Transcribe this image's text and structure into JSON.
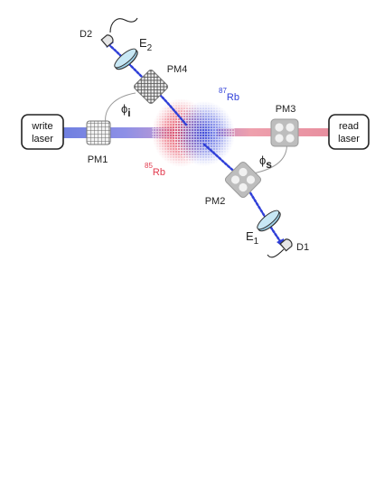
{
  "figure": {
    "write_laser": [
      "write",
      "laser"
    ],
    "read_laser": [
      "read",
      "laser"
    ],
    "pm1": "PM1",
    "pm2": "PM2",
    "pm3": "PM3",
    "pm4": "PM4",
    "e1_main": "E",
    "e1_sub": "1",
    "e2_main": "E",
    "e2_sub": "2",
    "d1": "D1",
    "d2": "D2",
    "phi_i_main": "ϕ",
    "phi_i_sub": "i",
    "phi_s_main": "ϕ",
    "phi_s_sub": "s",
    "rb85_sup": "85",
    "rb85_main": "Rb",
    "rb87_sup": "87",
    "rb87_main": "Rb",
    "colors": {
      "write_beam": "#6f7fe0",
      "read_beam": "#e89aa6",
      "rb85": "#e23a4e",
      "rb87": "#2f3fd8",
      "photon_path": "#2f3fd8",
      "etalon": "#9ed2ea"
    }
  }
}
